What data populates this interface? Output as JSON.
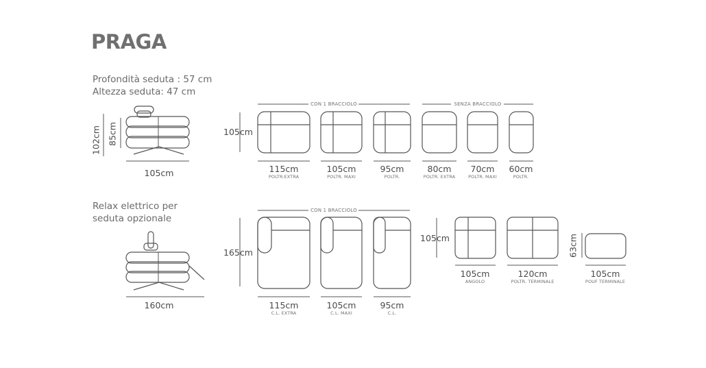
{
  "title": "PRAGA",
  "specs": {
    "depth": "Profondità seduta : 57 cm",
    "height": "Altezza seduta: 47 cm",
    "relax_line1": "Relax elettrico per",
    "relax_line2": "seduta opzionale"
  },
  "side_view": {
    "height_total": "102cm",
    "height_back": "85cm",
    "width_top": "105cm",
    "width_bottom": "160cm"
  },
  "row1": {
    "height": "105cm",
    "group_with_arm": "CON 1 BRACCIOLO",
    "group_no_arm": "SENZA BRACCIOLO",
    "modules": [
      {
        "width": "115cm",
        "name": "POLTR.EXTRA"
      },
      {
        "width": "105cm",
        "name": "POLTR. MAXI"
      },
      {
        "width": "95cm",
        "name": "POLTR."
      },
      {
        "width": "80cm",
        "name": "POLTR. EXTRA"
      },
      {
        "width": "70cm",
        "name": "POLTR. MAXI"
      },
      {
        "width": "60cm",
        "name": "POLTR."
      }
    ]
  },
  "row2": {
    "height": "165cm",
    "group_with_arm": "CON 1 BRACCIOLO",
    "modules": [
      {
        "width": "115cm",
        "name": "C.L. EXTRA"
      },
      {
        "width": "105cm",
        "name": "C.L. MAXI"
      },
      {
        "width": "95cm",
        "name": "C.L."
      }
    ]
  },
  "corner": {
    "height": "105cm",
    "modules": [
      {
        "width": "105cm",
        "name": "ANGOLO"
      },
      {
        "width": "120cm",
        "name": "POLTR. TERMINALE"
      }
    ]
  },
  "pouf": {
    "height": "63cm",
    "width": "105cm",
    "name": "POUF TERMINALE"
  }
}
